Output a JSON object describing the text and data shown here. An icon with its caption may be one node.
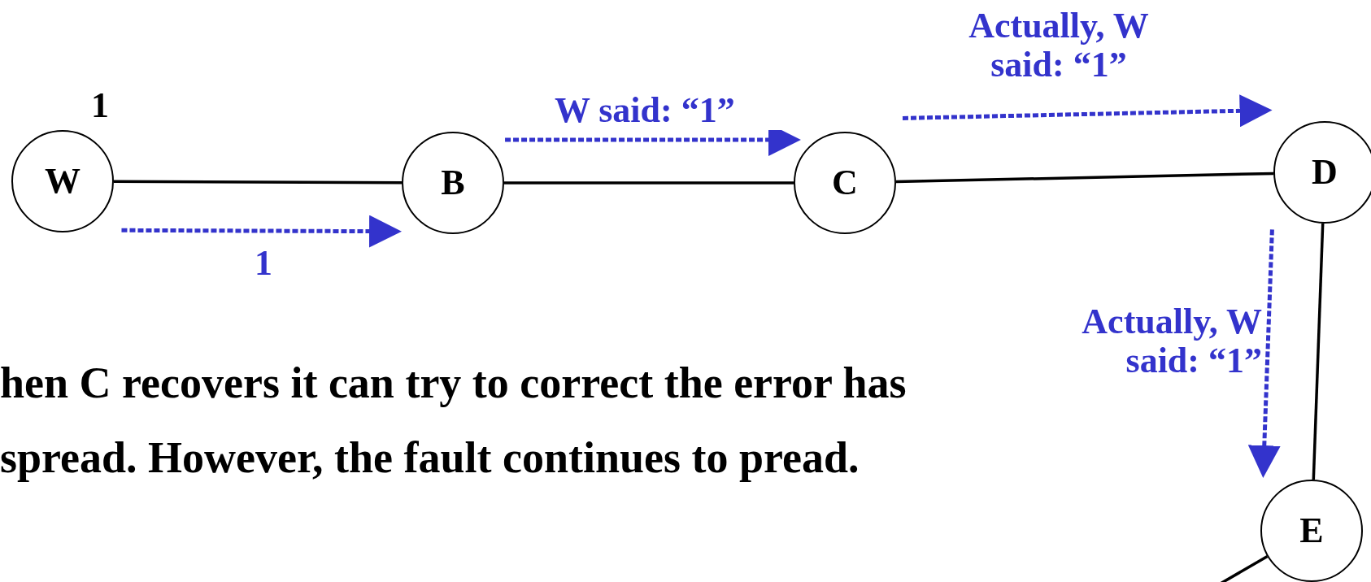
{
  "diagram": {
    "nodes": [
      {
        "text": [
          "W"
        ],
        "beside": [
          "1"
        ]
      },
      {
        "text": [
          "B"
        ]
      },
      {
        "text": [
          "C"
        ]
      },
      {
        "text": [
          "D"
        ]
      },
      {
        "text": [
          "E"
        ]
      }
    ],
    "edges": [
      {
        "from": 0,
        "to": 1,
        "arrow": "none"
      },
      {
        "from": 1,
        "to": 2,
        "arrow": "none"
      },
      {
        "from": 2,
        "to": 3,
        "arrow": "none"
      },
      {
        "from": 3,
        "to": 4,
        "arrow": "none"
      },
      {
        "from": 4,
        "to": null,
        "arrow": "none"
      },
      {
        "from": 0,
        "to": 1,
        "arrow": "to",
        "style": "dashed",
        "color": "#3333cc",
        "label": "1"
      },
      {
        "from": 1,
        "to": 2,
        "arrow": "to",
        "style": "dashed",
        "color": "#3333cc",
        "label": "W said: “1”"
      },
      {
        "from": 2,
        "to": 3,
        "arrow": "to",
        "style": "dashed",
        "color": "#3333cc",
        "label": "Actually, W said: “1”"
      },
      {
        "from": 3,
        "to": 4,
        "arrow": "to",
        "style": "dashed",
        "color": "#3333cc",
        "label": "Actually, W said: “1”"
      }
    ],
    "labels": [
      "hen C recovers it can try to correct the error has spread. However, the fault continues to pread."
    ]
  }
}
